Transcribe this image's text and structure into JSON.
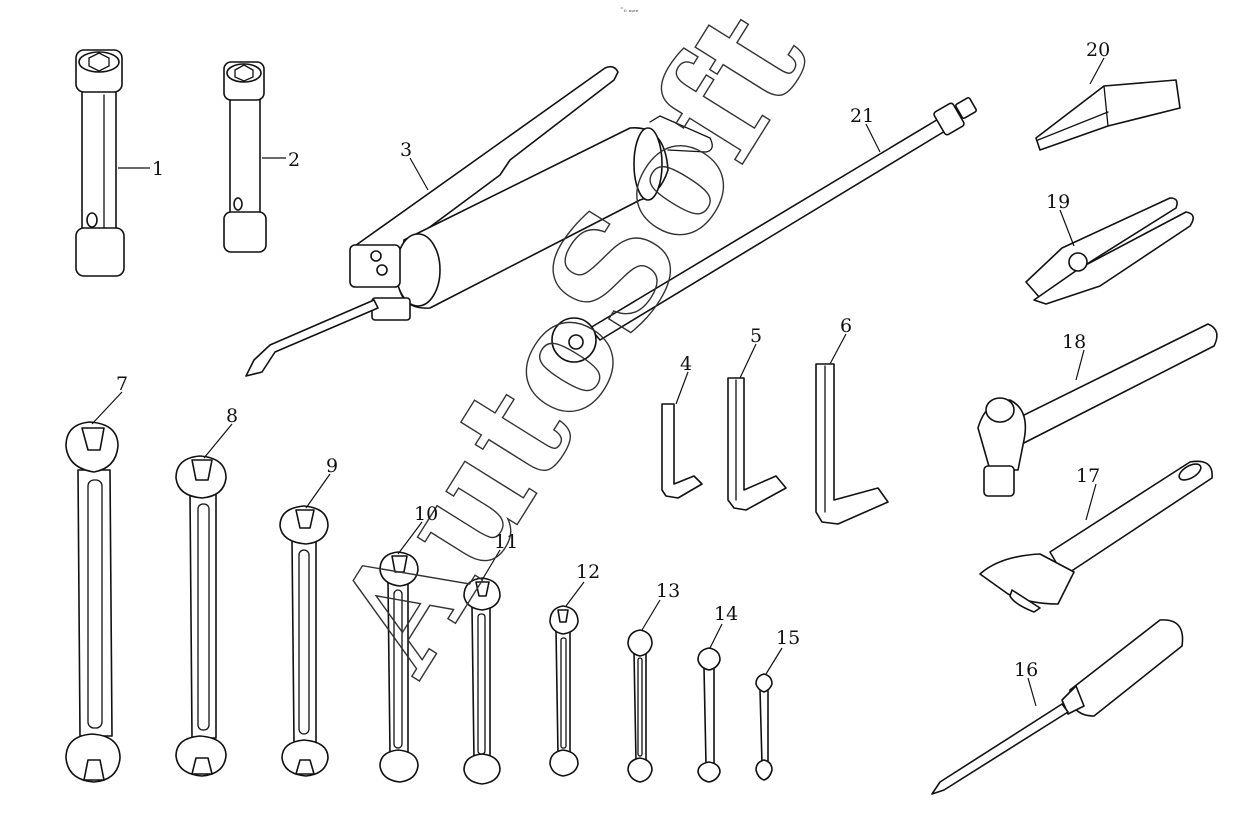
{
  "top_note": "⁼₀ ₘₑₑ",
  "watermark": "AutoSoft",
  "callouts": [
    "1",
    "2",
    "3",
    "4",
    "5",
    "6",
    "7",
    "8",
    "9",
    "10",
    "11",
    "12",
    "13",
    "14",
    "15",
    "16",
    "17",
    "18",
    "19",
    "20",
    "21"
  ]
}
